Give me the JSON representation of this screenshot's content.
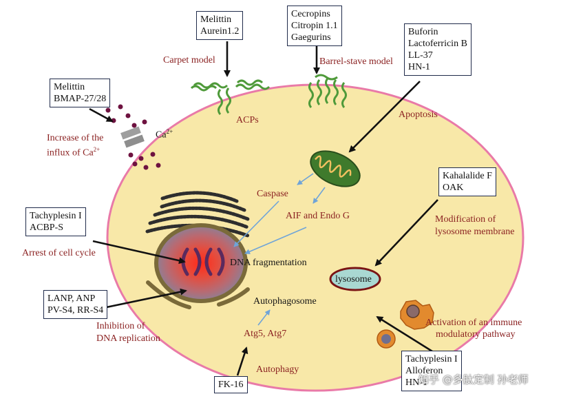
{
  "boxes": {
    "melittin_aurein": [
      "Melittin",
      "Aurein1.2"
    ],
    "cecropins": [
      "Cecropins",
      "Citropin 1.1",
      "Gaegurins"
    ],
    "buforin": [
      "Buforin",
      "Lactoferricin B",
      "LL-37",
      "HN-1"
    ],
    "melittin_bmap": [
      "Melittin",
      "BMAP-27/28"
    ],
    "kahalalide": [
      "Kahalalide F",
      "OAK"
    ],
    "tachyplesin_acbp": [
      "Tachyplesin I",
      "ACBP-S"
    ],
    "lanp": [
      "LANP, ANP",
      "PV-S4, RR-S4"
    ],
    "tachyplesin_alloferon": [
      "Tachyplesin I",
      "Alloferon",
      "HN-1"
    ],
    "fk16": [
      "FK-16"
    ]
  },
  "labels": {
    "carpet_model": "Carpet model",
    "barrel_stave": "Barrel-stave model",
    "acps": "ACPs",
    "apoptosis": "Apoptosis",
    "increase_line1": "Increase of the",
    "increase_line2": "influx of  Ca",
    "ca_ion": "Ca",
    "ca_charge": "2+",
    "caspase": "Caspase",
    "aif": "AIF and Endo G",
    "modification_line1": "Modification of",
    "modification_line2": "lysosome membrane",
    "arrest": "Arrest of cell cycle",
    "dna_fragmentation": "DNA fragmentation",
    "lysosome": "lysosome",
    "autophagosome": "Autophagosome",
    "atg": "Atg5, Atg7",
    "inhibition_line1": "Inhibition of",
    "inhibition_line2": "DNA replication",
    "activation_line1": "Activation of an immune",
    "activation_line2": "modulatory pathway",
    "autophagy": "Autophagy"
  },
  "watermark": "知乎 @多肽定制 孙老师",
  "colors": {
    "cytoplasm": "#f8e8a8",
    "membrane": "#e97aa8",
    "label_red": "#8b2222",
    "peptide_green": "#4f9a3a",
    "nucleus_glow": "#ff2a1a",
    "lysosome_fill": "#a9d8d2",
    "lysosome_border": "#7a1414",
    "ca_dots": "#6e1240",
    "arrow_blue": "#6fa4d8"
  }
}
